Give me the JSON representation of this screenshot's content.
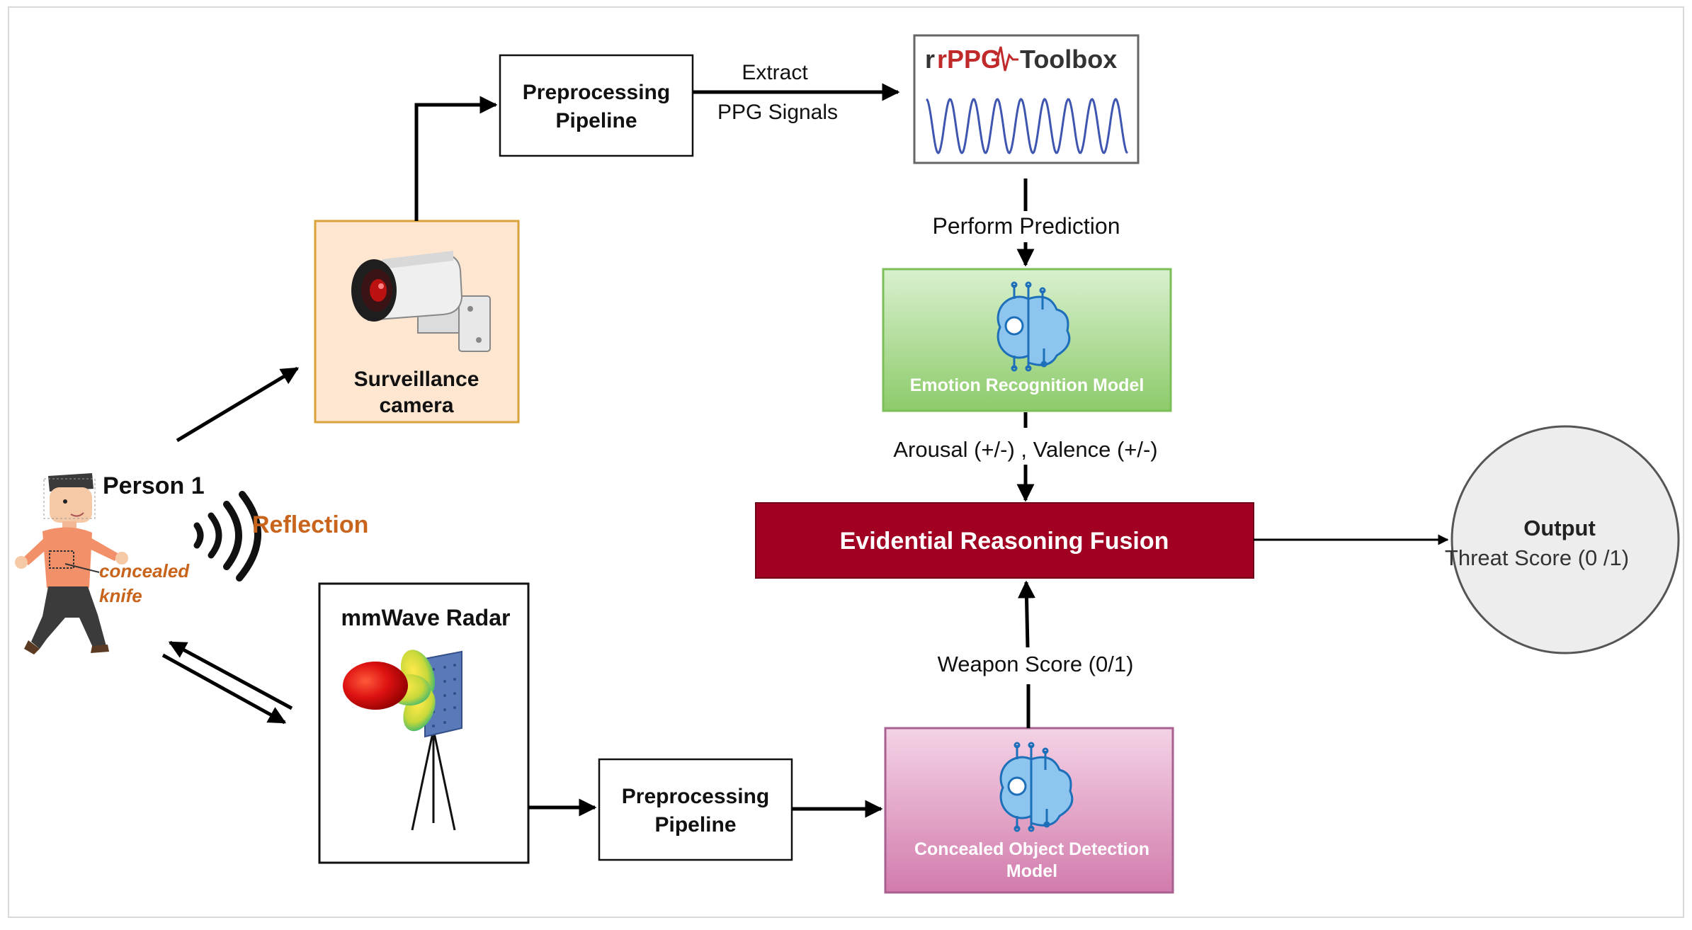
{
  "person": {
    "name": "Person 1",
    "reflection": "Reflection",
    "knife_line1": "concealed",
    "knife_line2": "knife"
  },
  "camera": {
    "line1": "Surveillance",
    "line2": "camera"
  },
  "preprocessing_top": {
    "line1": "Preprocessing",
    "line2": "Pipeline"
  },
  "preprocessing_bottom": {
    "line1": "Preprocessing",
    "line2": "Pipeline"
  },
  "extract": {
    "line1": "Extract",
    "line2": "PPG Signals"
  },
  "toolbox": {
    "part1": "rPPG",
    "part2": "Toolbox"
  },
  "perform_prediction": "Perform Prediction",
  "emotion_model": "Emotion Recognition Model",
  "arousal_valence": "Arousal (+/-) , Valence (+/-)",
  "fusion": "Evidential Reasoning Fusion",
  "output": {
    "title": "Output",
    "value": "Threat Score (0 /1)"
  },
  "weapon_score": "Weapon Score (0/1)",
  "detection_model": {
    "line1": "Concealed Object Detection",
    "line2": "Model"
  },
  "radar": "mmWave Radar",
  "colors": {
    "fusion_fill": "#A10023",
    "camera_fill": "#FEE6D0",
    "camera_border": "#D9A23A",
    "emotion_fill_top": "#D9F0CF",
    "emotion_fill_bottom": "#8DCB6A",
    "detection_fill_top": "#F4D3E6",
    "detection_fill_bottom": "#D27BAC",
    "reflection_text": "#C8641C",
    "signal_wave": "#3F56B0",
    "toolbox_red": "#C02A2A"
  },
  "icons": [
    "camera-icon",
    "radar-icon",
    "ai-brain-icon",
    "person-icon",
    "signal-waves-icon",
    "waveform-icon"
  ]
}
